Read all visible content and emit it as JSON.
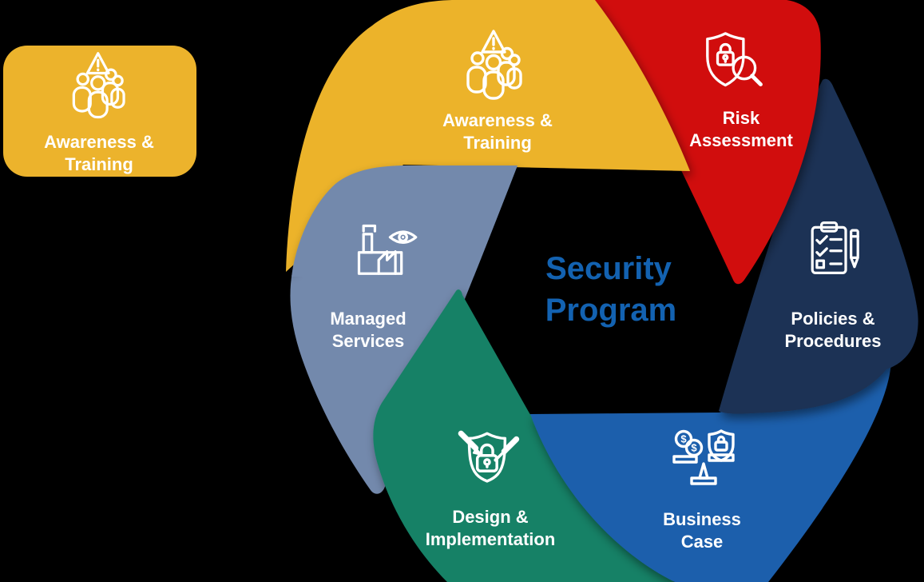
{
  "background_color": "#000000",
  "text_color": "#FFFFFF",
  "center": {
    "title_line1": "Security",
    "title_line2": "Program",
    "color": "#1362B1"
  },
  "legend_card": {
    "label_line1": "Awareness &",
    "label_line2": "Training",
    "color": "#ECB32C",
    "icon": "people-warning-icon"
  },
  "segments": [
    {
      "id": "awareness-training",
      "label_line1": "Awareness &",
      "label_line2": "Training",
      "color": "#ECB32C",
      "icon": "people-warning-icon"
    },
    {
      "id": "risk-assessment",
      "label_line1": "Risk",
      "label_line2": "Assessment",
      "color": "#D10D11",
      "icon": "shield-magnifier-icon"
    },
    {
      "id": "policies-procedures",
      "label_line1": "Policies &",
      "label_line2": "Procedures",
      "color": "#1B3355",
      "icon": "checklist-pencil-icon"
    },
    {
      "id": "business-case",
      "label_line1": "Business",
      "label_line2": "Case",
      "color": "#1E5EAC",
      "icon": "balance-scale-icon"
    },
    {
      "id": "design-implementation",
      "label_line1": "Design &",
      "label_line2": "Implementation",
      "color": "#188166",
      "icon": "shield-tools-icon"
    },
    {
      "id": "managed-services",
      "label_line1": "Managed",
      "label_line2": "Services",
      "color": "#7389AC",
      "icon": "factory-eye-icon"
    }
  ]
}
